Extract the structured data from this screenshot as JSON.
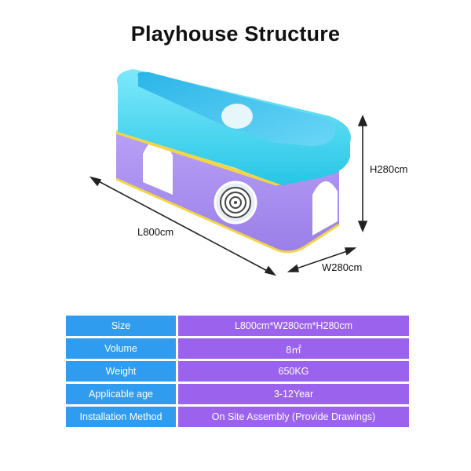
{
  "title": "Playhouse Structure",
  "dimensions": {
    "length": "L800cm",
    "width": "W280cm",
    "height": "H280cm"
  },
  "specs": [
    {
      "label": "Size",
      "value": "L800cm*W280cm*H280cm"
    },
    {
      "label": "Volume",
      "value": "8㎡"
    },
    {
      "label": "Weight",
      "value": "650KG"
    },
    {
      "label": "Applicable age",
      "value": "3-12Year"
    },
    {
      "label": "Installation Method",
      "value": "On Site Assembly (Provide Drawings)"
    }
  ],
  "colors": {
    "key_cell": "#2f9cf0",
    "value_cell": "#9b62ee",
    "top_shell": "#3ed7ef",
    "base_shell": "#a98ef0",
    "trim": "#f2d44a"
  }
}
